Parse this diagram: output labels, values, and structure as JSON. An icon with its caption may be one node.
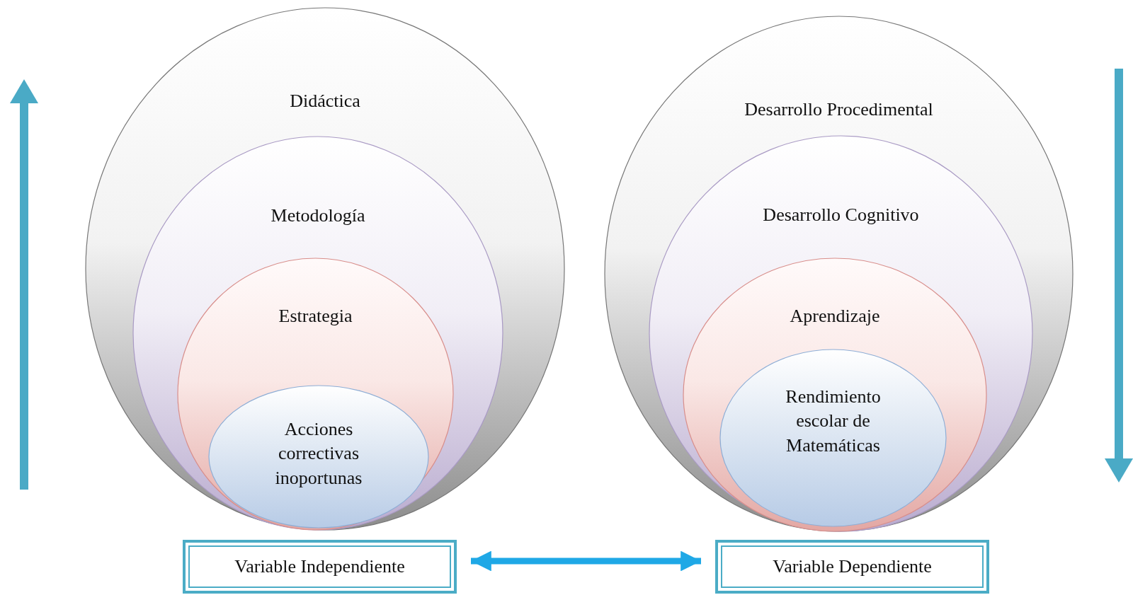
{
  "diagram": {
    "nodes": [
      {
        "text": [
          "Didáctica"
        ]
      },
      {
        "text": [
          "Metodología"
        ],
        "in": 0
      },
      {
        "text": [
          "Estrategia"
        ],
        "in": 1
      },
      {
        "text": [
          "Acciones correctivas inoportunas"
        ],
        "in": 2
      },
      {
        "text": [
          "Desarrollo Procedimental"
        ]
      },
      {
        "text": [
          "Desarrollo Cognitivo"
        ],
        "in": 4
      },
      {
        "text": [
          "Aprendizaje"
        ],
        "in": 5
      },
      {
        "text": [
          "Rendimiento escolar de Matemáticas"
        ],
        "in": 6
      },
      {
        "text": [
          "Variable Independiente"
        ]
      },
      {
        "text": [
          "Variable Dependiente"
        ]
      }
    ],
    "edges": [
      {
        "from": 8,
        "to": 9,
        "arrow": "both",
        "color": "#1fa8e6"
      }
    ]
  }
}
